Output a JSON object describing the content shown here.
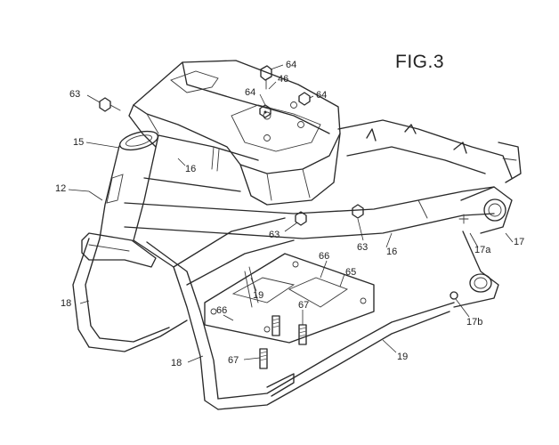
{
  "figure": {
    "title": "FIG.3"
  },
  "labels": [
    {
      "id": "l64a",
      "text": "64"
    },
    {
      "id": "l46",
      "text": "46"
    },
    {
      "id": "l64b",
      "text": "64"
    },
    {
      "id": "l64c",
      "text": "64"
    },
    {
      "id": "l63a",
      "text": "63"
    },
    {
      "id": "l15",
      "text": "15"
    },
    {
      "id": "l16a",
      "text": "16"
    },
    {
      "id": "l12",
      "text": "12"
    },
    {
      "id": "l63b",
      "text": "63"
    },
    {
      "id": "l63c",
      "text": "63"
    },
    {
      "id": "l16b",
      "text": "16"
    },
    {
      "id": "l17a",
      "text": "17a"
    },
    {
      "id": "l17",
      "text": "17"
    },
    {
      "id": "l19a",
      "text": "19"
    },
    {
      "id": "l66a",
      "text": "66"
    },
    {
      "id": "l65",
      "text": "65"
    },
    {
      "id": "l18a",
      "text": "18"
    },
    {
      "id": "l66b",
      "text": "66"
    },
    {
      "id": "l67a",
      "text": "67"
    },
    {
      "id": "l17b",
      "text": "17b"
    },
    {
      "id": "l18b",
      "text": "18"
    },
    {
      "id": "l67b",
      "text": "67"
    },
    {
      "id": "l19b",
      "text": "19"
    }
  ]
}
